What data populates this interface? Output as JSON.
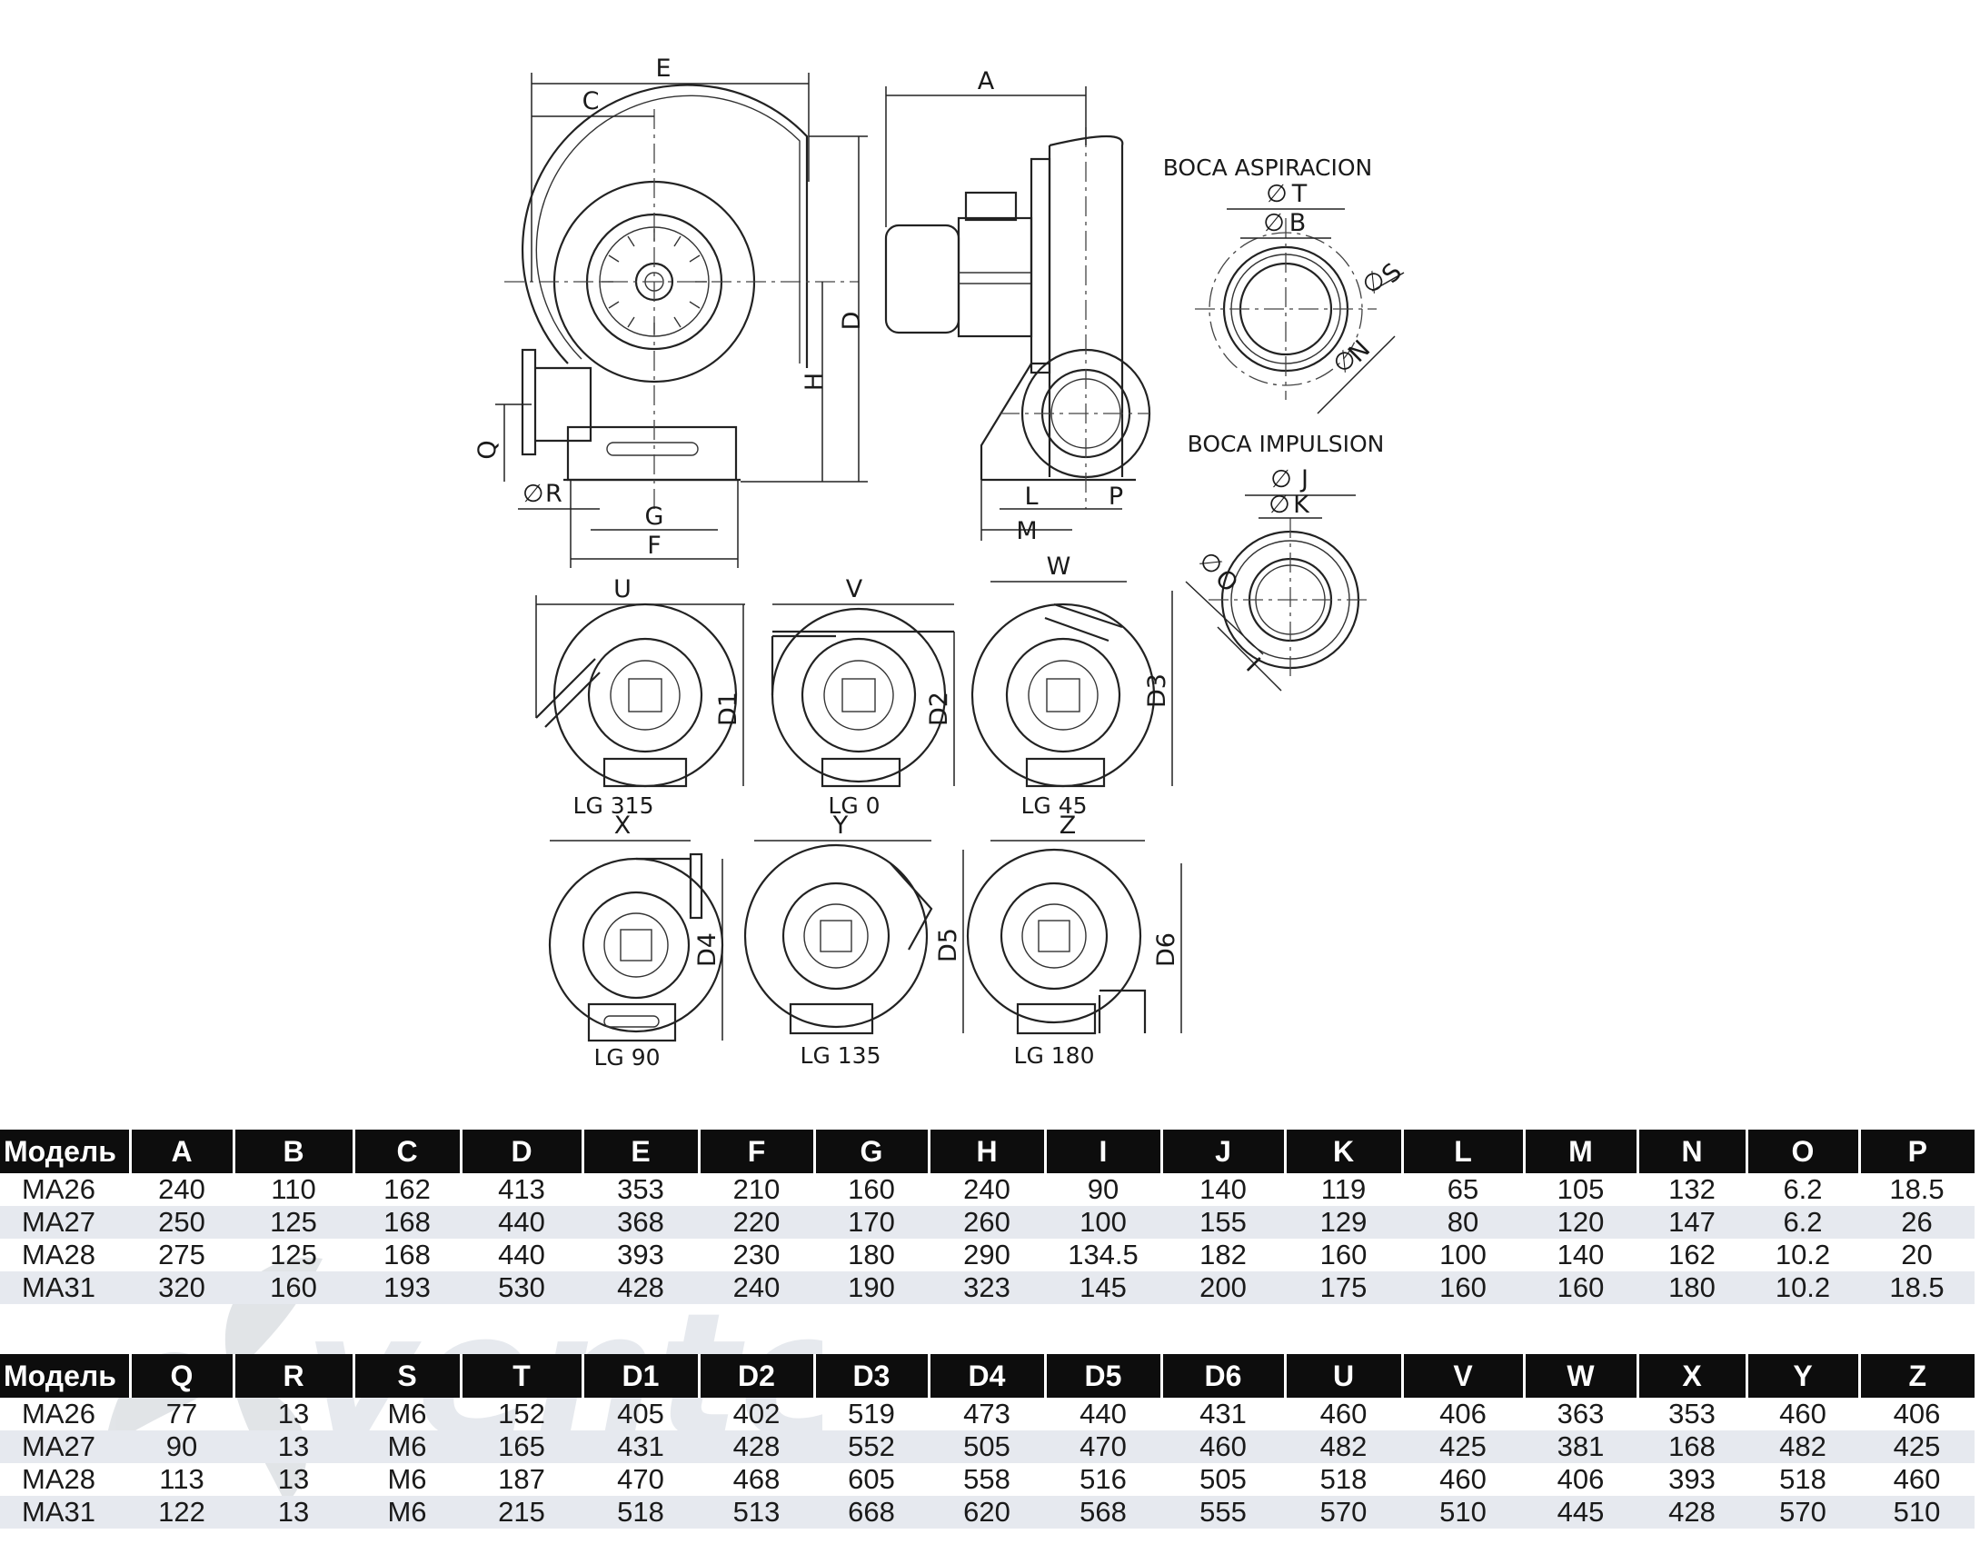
{
  "drawing": {
    "dims": {
      "E": "E",
      "C": "C",
      "A": "A",
      "D": "D",
      "H": "H",
      "Q": "Q",
      "R": "R",
      "G": "G",
      "F": "F",
      "L": "L",
      "M": "M",
      "P": "P",
      "T": "T",
      "B": "B",
      "S": "S",
      "N": "N",
      "J": "J",
      "K": "K",
      "O": "O",
      "I": "I",
      "U": "U",
      "V": "V",
      "W": "W",
      "X": "X",
      "Y": "Y",
      "Z": "Z",
      "D1": "D1",
      "D2": "D2",
      "D3": "D3",
      "D4": "D4",
      "D5": "D5",
      "D6": "D6"
    },
    "boca_aspiracion": "BOCA ASPIRACION",
    "boca_impulsion": "BOCA IMPULSION",
    "orientations": {
      "lg315": "LG 315",
      "lg0": "LG 0",
      "lg45": "LG 45",
      "lg90": "LG 90",
      "lg135": "LG 135",
      "lg180": "LG 180"
    },
    "watermark_text": "ventel"
  },
  "table1": {
    "headers": [
      "Модель",
      "A",
      "B",
      "C",
      "D",
      "E",
      "F",
      "G",
      "H",
      "I",
      "J",
      "K",
      "L",
      "M",
      "N",
      "O",
      "P"
    ],
    "rows": [
      [
        "MA26",
        "240",
        "110",
        "162",
        "413",
        "353",
        "210",
        "160",
        "240",
        "90",
        "140",
        "119",
        "65",
        "105",
        "132",
        "6.2",
        "18.5"
      ],
      [
        "MA27",
        "250",
        "125",
        "168",
        "440",
        "368",
        "220",
        "170",
        "260",
        "100",
        "155",
        "129",
        "80",
        "120",
        "147",
        "6.2",
        "26"
      ],
      [
        "MA28",
        "275",
        "125",
        "168",
        "440",
        "393",
        "230",
        "180",
        "290",
        "134.5",
        "182",
        "160",
        "100",
        "140",
        "162",
        "10.2",
        "20"
      ],
      [
        "MA31",
        "320",
        "160",
        "193",
        "530",
        "428",
        "240",
        "190",
        "323",
        "145",
        "200",
        "175",
        "160",
        "160",
        "180",
        "10.2",
        "18.5"
      ]
    ]
  },
  "table2": {
    "headers": [
      "Модель",
      "Q",
      "R",
      "S",
      "T",
      "D1",
      "D2",
      "D3",
      "D4",
      "D5",
      "D6",
      "U",
      "V",
      "W",
      "X",
      "Y",
      "Z"
    ],
    "rows": [
      [
        "MA26",
        "77",
        "13",
        "M6",
        "152",
        "405",
        "402",
        "519",
        "473",
        "440",
        "431",
        "460",
        "406",
        "363",
        "353",
        "460",
        "406"
      ],
      [
        "MA27",
        "90",
        "13",
        "M6",
        "165",
        "431",
        "428",
        "552",
        "505",
        "470",
        "460",
        "482",
        "425",
        "381",
        "168",
        "482",
        "425"
      ],
      [
        "MA28",
        "113",
        "13",
        "M6",
        "187",
        "470",
        "468",
        "605",
        "558",
        "516",
        "505",
        "518",
        "460",
        "406",
        "393",
        "518",
        "460"
      ],
      [
        "MA31",
        "122",
        "13",
        "M6",
        "215",
        "518",
        "513",
        "668",
        "620",
        "568",
        "555",
        "570",
        "510",
        "445",
        "428",
        "570",
        "510"
      ]
    ]
  }
}
